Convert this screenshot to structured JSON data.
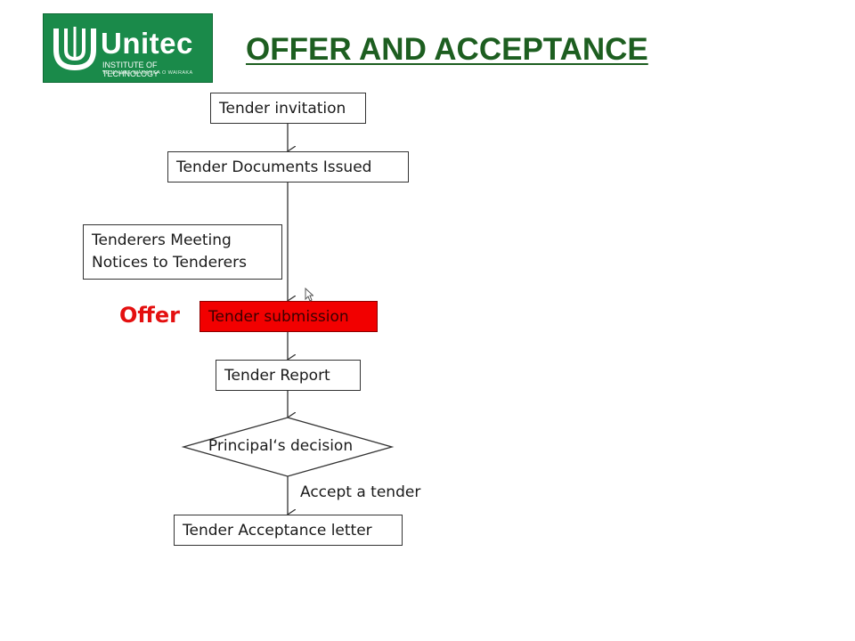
{
  "logo": {
    "name": "Unitec",
    "tagline": "INSTITUTE OF TECHNOLOGY",
    "subtagline": "TE WHARE WĀNANGA O WAIRAKA"
  },
  "slide": {
    "title": "OFFER AND ACCEPTANCE",
    "offer_label": "Offer"
  },
  "flow": {
    "nodes": {
      "tender_invitation": "Tender invitation",
      "documents_issued": "Tender Documents Issued",
      "meeting_line1": "Tenderers Meeting",
      "meeting_line2": "Notices to Tenderers",
      "submission": "Tender submission",
      "report": "Tender Report",
      "decision": "Principal‘s decision",
      "acceptance_letter": "Tender Acceptance letter"
    },
    "edges": {
      "accept": "Accept a tender"
    }
  },
  "colors": {
    "title_green": "#1d5e20",
    "logo_green": "#1a8a4a",
    "offer_red": "#e41010",
    "submission_fill": "#f20000"
  }
}
